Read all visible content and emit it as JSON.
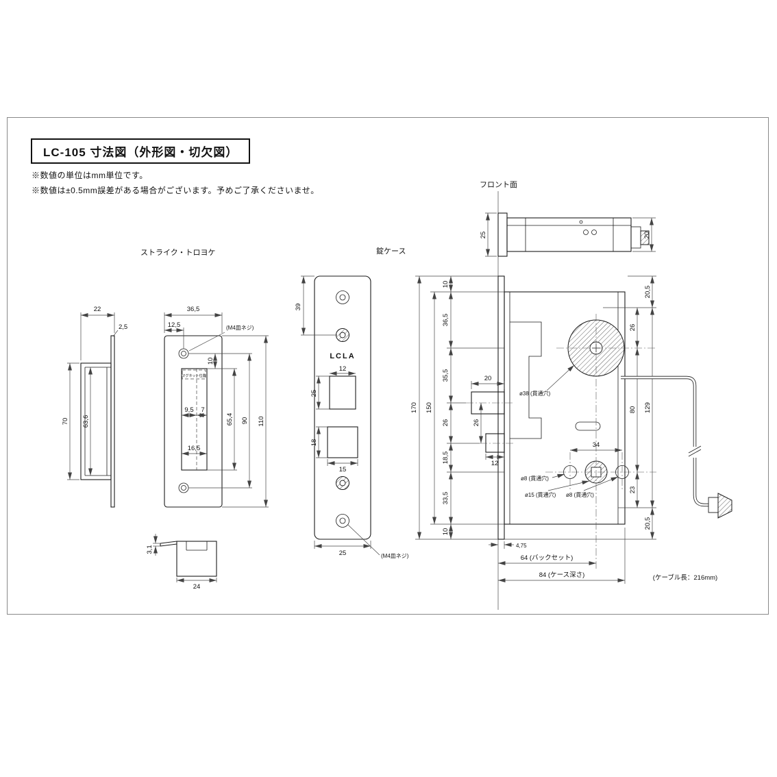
{
  "doc": {
    "title": "LC-105 寸法図（外形図・切欠図）",
    "note1": "※数値の単位はmm単位です。",
    "note2": "※数値は±0.5mm誤差がある場合がございます。予めご了承くださいませ。"
  },
  "labels": {
    "strike": "ストライク・トロヨケ",
    "case": "錠ケース",
    "front": "フロント面",
    "brand": "LCLA",
    "m4": "(M4皿ネジ)",
    "magnet": "マグネット位置"
  },
  "strike": {
    "side": {
      "depth": "22",
      "plate_t": "2,5",
      "height": "70",
      "inner_h": "63,6"
    },
    "front": {
      "width": "36,5",
      "hole_off": "12,5",
      "cut_top": "10",
      "cut_w1": "9,5",
      "cut_w2": "7",
      "cut_w": "16,5",
      "cut_h": "65,4",
      "hole_span": "90",
      "height": "110"
    },
    "cap": {
      "lip_t": "3,1",
      "width": "24"
    }
  },
  "faceplate": {
    "top_off": "39",
    "cut1_w": "12",
    "cut1_h": "25",
    "cut2_h": "18",
    "cut2_w": "15",
    "width": "25"
  },
  "topview": {
    "plate_h": "25",
    "body_h": "20"
  },
  "case": {
    "left": [
      "10",
      "36,5",
      "35,5",
      "26",
      "18,5",
      "33,5",
      "10"
    ],
    "total_h": "170",
    "body_h": "150",
    "latch": "20",
    "bolt_gap": "26",
    "bolt_w": "12",
    "hole38": "ø38 (貫通穴)",
    "span34": "34",
    "hole8a": "ø8 (貫通穴)",
    "hole15": "ø15 (貫通穴)",
    "hole8b": "ø8 (貫通穴)",
    "right_in": [
      "26",
      "80",
      "23"
    ],
    "right_out": [
      "20,5",
      "129",
      "20,5"
    ],
    "front_t": "4,75",
    "backset": "64 (バックセット)",
    "depth": "84 (ケース深さ)",
    "cable": "(ケーブル長：216mm)"
  }
}
